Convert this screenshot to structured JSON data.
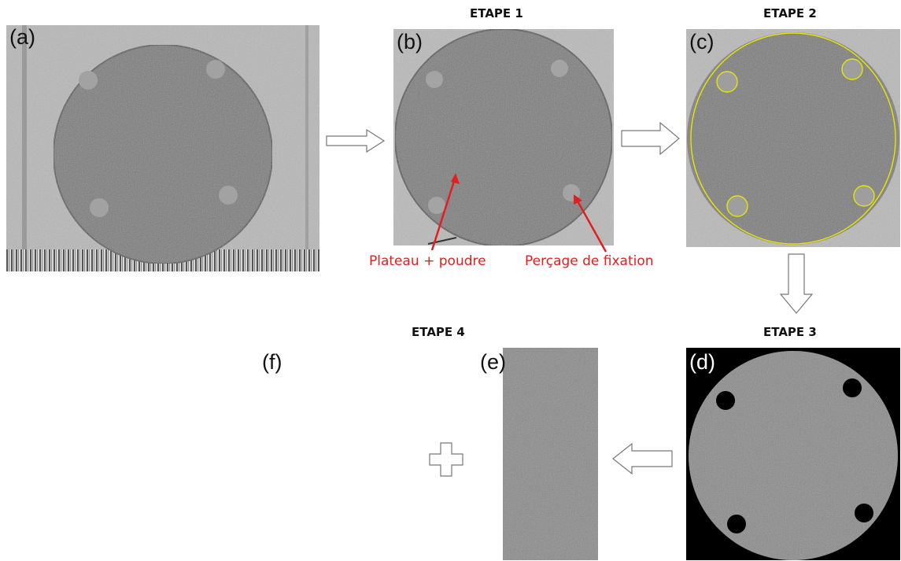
{
  "steps": {
    "step1": "ETAPE 1",
    "step2": "ETAPE 2",
    "step3": "ETAPE 3",
    "step4": "ETAPE 4"
  },
  "panels": {
    "a": "(a)",
    "b": "(b)",
    "c": "(c)",
    "d": "(d)",
    "e": "(e)",
    "f": "(f)"
  },
  "annotations": {
    "plate_powder": "Plateau + poudre",
    "fixation_hole": "Perçage de fixation"
  },
  "colors": {
    "annotation_red": "#e02020",
    "detection_yellow": "#e6e600",
    "ct_gray": "#7a7a7a",
    "background_gray": "#b5b5b5"
  }
}
